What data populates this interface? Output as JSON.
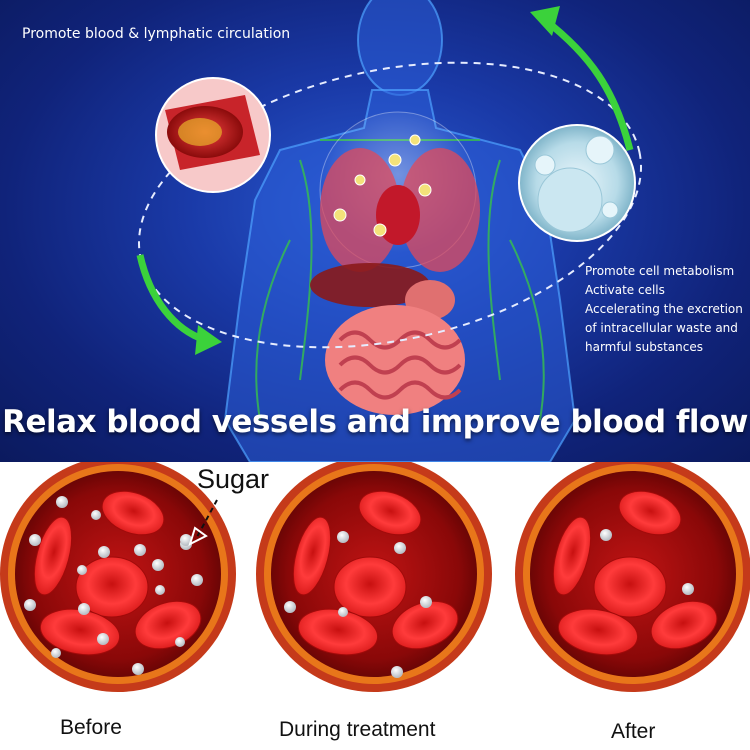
{
  "top_panel": {
    "caption_circulation": "Promote blood & lymphatic circulation",
    "caption_cell_lines": [
      "Promote cell metabolism",
      "Activate cells",
      "Accelerating the excretion",
      "of intracellular waste and",
      "harmful substances"
    ],
    "headline": "Relax blood vessels and improve blood flow"
  },
  "bottom_panel": {
    "sugar_label": "Sugar",
    "stages": [
      {
        "label": "Before"
      },
      {
        "label": "During treatment"
      },
      {
        "label": "After"
      }
    ]
  },
  "colors": {
    "background_blue": "#1a3aa8",
    "arrow_green": "#3bd23b",
    "blood_red": "#d81c1c",
    "vessel_orange": "#e8761a"
  }
}
